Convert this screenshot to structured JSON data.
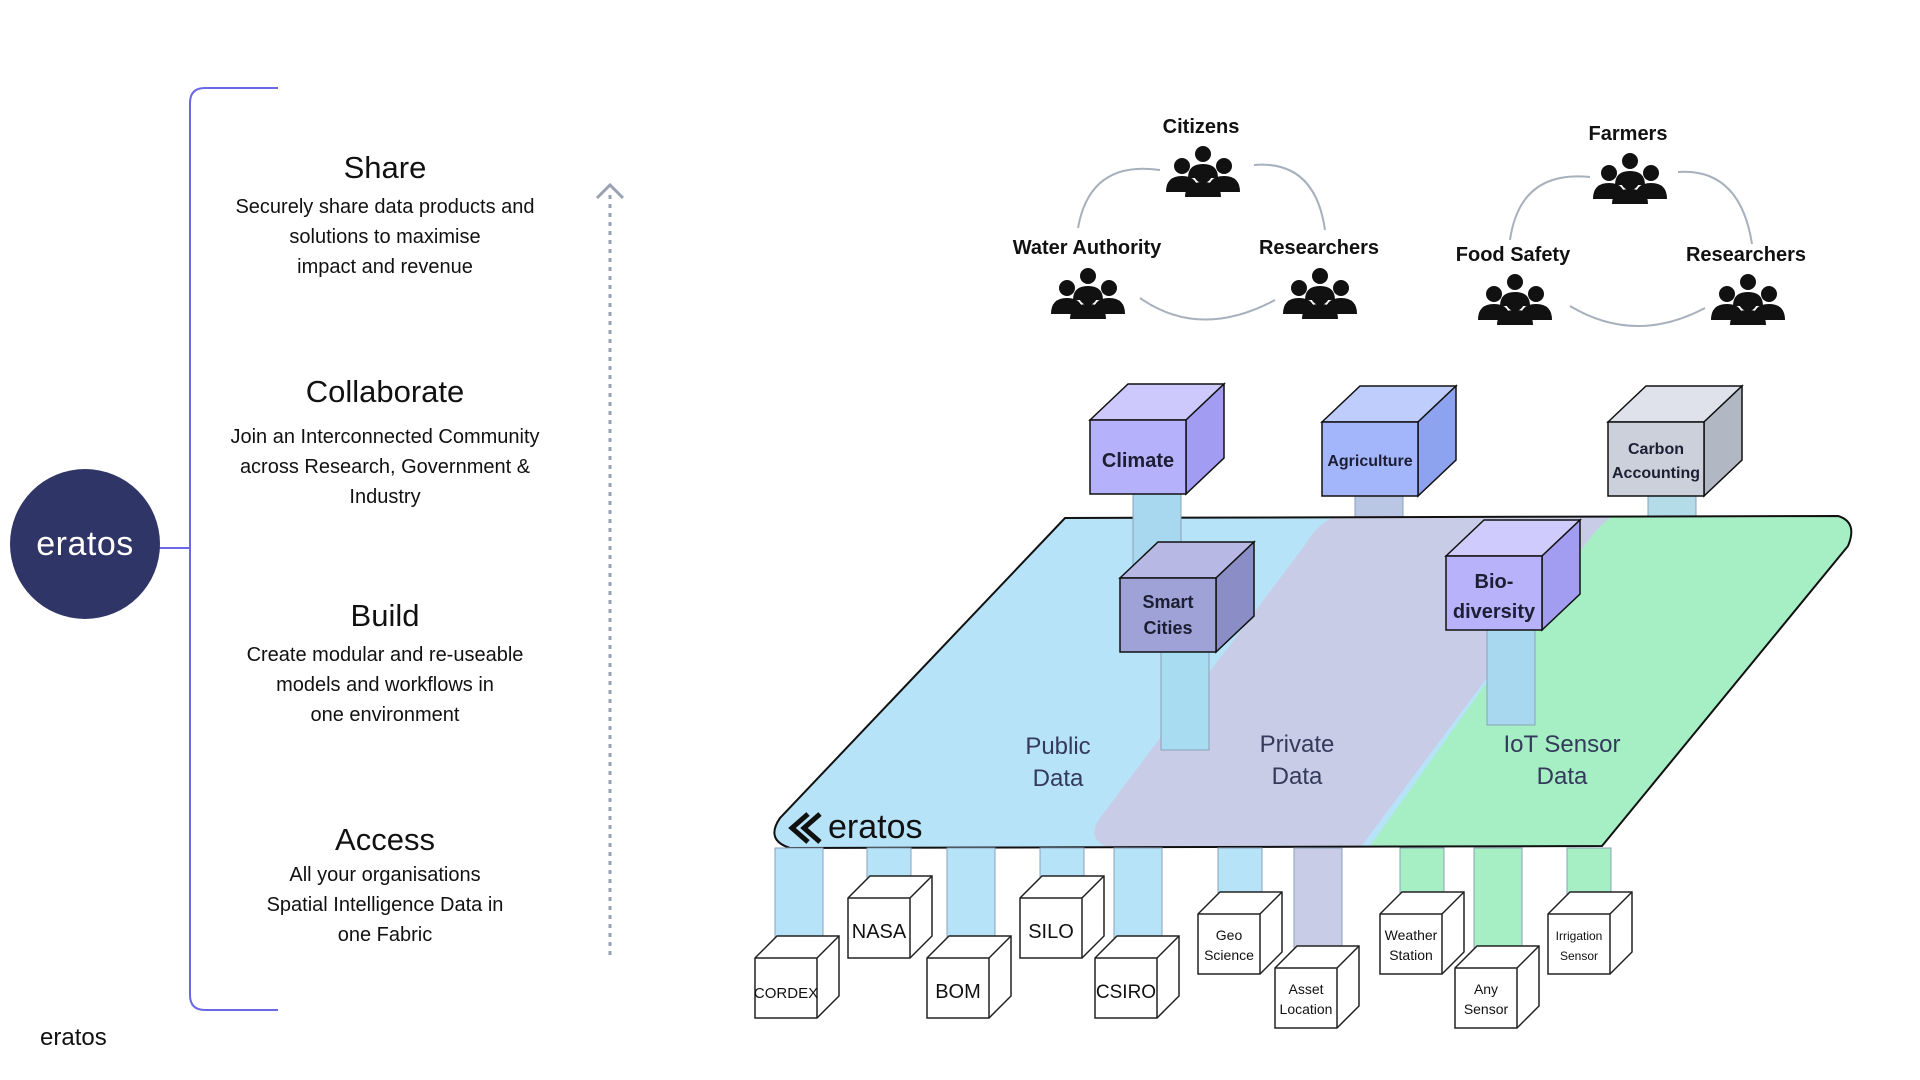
{
  "brand": {
    "name": "eratos",
    "footer": "eratos"
  },
  "steps": [
    {
      "title": "Share",
      "lines": [
        "Securely share data products and",
        "solutions to maximise",
        "impact and revenue"
      ]
    },
    {
      "title": "Collaborate",
      "lines": [
        "Join an Interconnected Community",
        "across Research, Government &",
        "Industry"
      ]
    },
    {
      "title": "Build",
      "lines": [
        "Create modular and re-useable",
        "models and workflows in",
        "one environment"
      ]
    },
    {
      "title": "Access",
      "lines": [
        "All your organisations",
        "Spatial Intelligence Data in",
        "one Fabric"
      ]
    }
  ],
  "communities": {
    "left": {
      "top": "Citizens",
      "left": "Water Authority",
      "right": "Researchers"
    },
    "right": {
      "top": "Farmers",
      "left": "Food Safety",
      "right": "Researchers"
    }
  },
  "products": {
    "climate": "Climate",
    "agriculture": "Agriculture",
    "carbon": [
      "Carbon",
      "Accounting"
    ],
    "smart_cities": [
      "Smart",
      "Cities"
    ],
    "biodiversity": [
      "Bio-",
      "diversity"
    ]
  },
  "zones": {
    "public": [
      "Public",
      "Data"
    ],
    "private": [
      "Private",
      "Data"
    ],
    "iot": [
      "IoT Sensor",
      "Data"
    ]
  },
  "platform_brand": "eratos",
  "sources": {
    "cordex": "CORDEX",
    "nasa": "NASA",
    "bom": "BOM",
    "silo": "SILO",
    "csiro": "CSIRO",
    "geo": [
      "Geo",
      "Science"
    ],
    "asset": [
      "Asset",
      "Location"
    ],
    "weather": [
      "Weather",
      "Station"
    ],
    "any": [
      "Any",
      "Sensor"
    ],
    "irrigation": [
      "Irrigation",
      "Sensor"
    ]
  },
  "colors": {
    "brand_navy": "#2f3566",
    "bracket": "#6b68e6",
    "public_zone": "#b6e3f8",
    "private_zone": "#c9cce6",
    "iot_zone": "#a6efc5",
    "climate": "#b6b1fb",
    "agriculture": "#a4b6fb",
    "carbon": "#ccd0da",
    "smart_cities": "#9fa2d6",
    "biodiversity": "#b8b2fb"
  },
  "icons": [
    "people-group-icon",
    "eratos-chevron-icon",
    "up-arrow-icon"
  ]
}
